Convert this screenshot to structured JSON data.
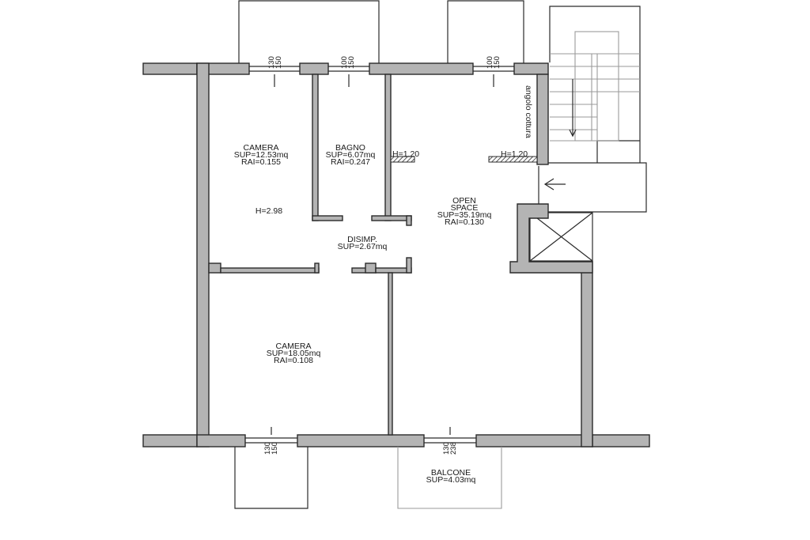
{
  "rooms": {
    "camera_top": {
      "name": "CAMERA",
      "sup": "SUP=12.53mq",
      "rai": "RAI=0.155",
      "height": "H=2.98"
    },
    "bagno": {
      "name": "BAGNO",
      "sup": "SUP=6.07mq",
      "rai": "RAI=0.247"
    },
    "open_space": {
      "name_line1": "OPEN",
      "name_line2": "SPACE",
      "sup": "SUP=35.19mq",
      "rai": "RAI=0.130"
    },
    "disimp": {
      "name": "DISIMP.",
      "sup": "SUP=2.67mq"
    },
    "camera_bottom": {
      "name": "CAMERA",
      "sup": "SUP=18.05mq",
      "rai": "RAI=0.108"
    },
    "balcone": {
      "name": "BALCONE",
      "sup": "SUP=4.03mq"
    }
  },
  "annotations": {
    "angolo_cottura": "angolo cottura",
    "bagno_wall_height": "H=1.20",
    "kitchen_wall_height": "H=1.20"
  },
  "windows": {
    "camera_top": {
      "top": "130",
      "bottom": "150"
    },
    "bagno": {
      "top": "100",
      "bottom": "150"
    },
    "open_space_top": {
      "top": "100",
      "bottom": "150"
    },
    "camera_bottom": {
      "top": "130",
      "bottom": "150"
    },
    "balcone_door": {
      "top": "130",
      "bottom": "238"
    }
  }
}
